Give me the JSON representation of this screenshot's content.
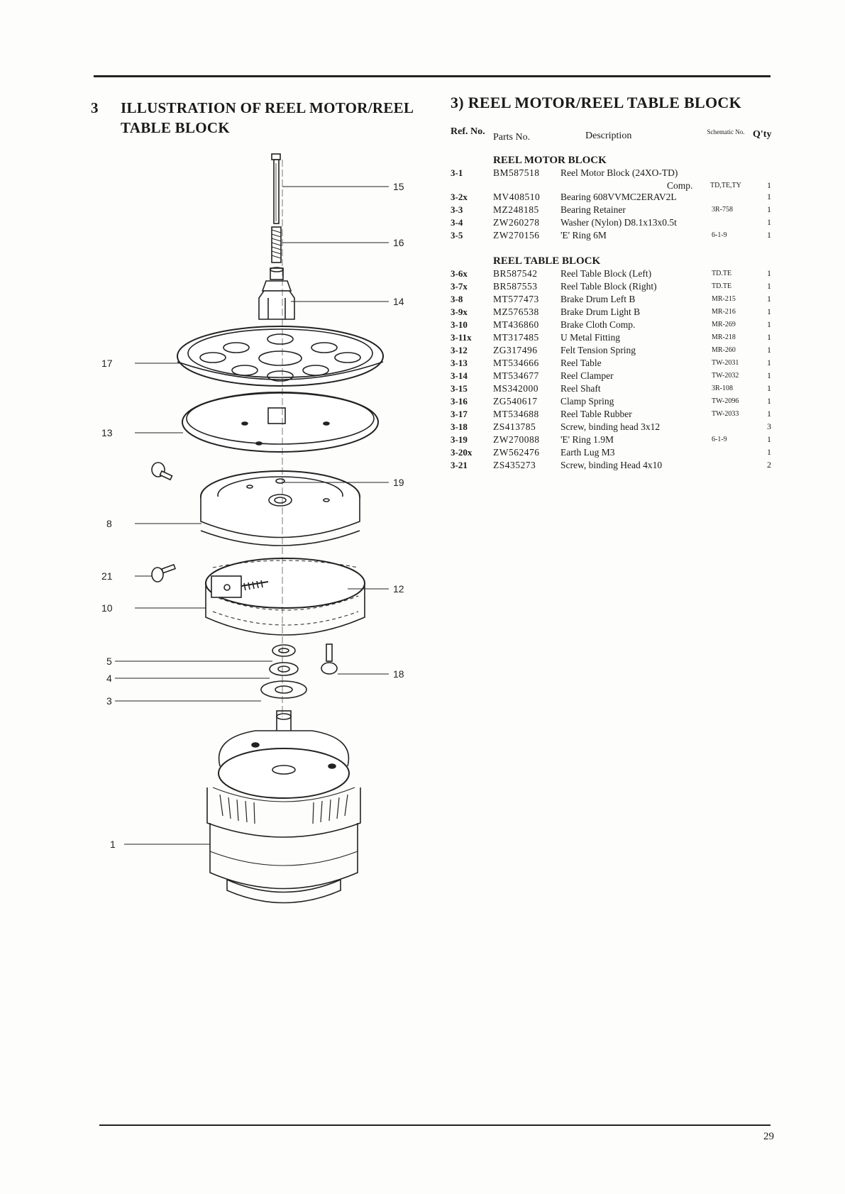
{
  "left_heading": {
    "number": "3",
    "text": "ILLUSTRATION OF REEL MOTOR/REEL TABLE BLOCK"
  },
  "right_heading": "3) REEL MOTOR/REEL TABLE BLOCK",
  "table_header": {
    "ref": "Ref. No.",
    "parts_no": "Parts No.",
    "description": "Description",
    "schematic": "Schematic No.",
    "qty": "Q'ty"
  },
  "sections": [
    {
      "title": "REEL MOTOR BLOCK",
      "rows": [
        {
          "ref": "3-1",
          "part": "BM587518",
          "desc": "Reel Motor Block (24XO-TD)",
          "schem": "",
          "qty": ""
        },
        {
          "ref": "",
          "part": "",
          "desc": "Comp.",
          "schem": "TD,TE,TY",
          "qty": "1",
          "comp": true
        },
        {
          "ref": "3-2x",
          "part": "MV408510",
          "desc": "Bearing 608VVMC2ERAV2L",
          "schem": "",
          "qty": "1"
        },
        {
          "ref": "3-3",
          "part": "MZ248185",
          "desc": "Bearing Retainer",
          "schem": "3R-758",
          "qty": "1"
        },
        {
          "ref": "3-4",
          "part": "ZW260278",
          "desc": "Washer (Nylon) D8.1x13x0.5t",
          "schem": "",
          "qty": "1"
        },
        {
          "ref": "3-5",
          "part": "ZW270156",
          "desc": "'E' Ring 6M",
          "schem": "6-1-9",
          "qty": "1"
        }
      ]
    },
    {
      "title": "REEL TABLE BLOCK",
      "rows": [
        {
          "ref": "3-6x",
          "part": "BR587542",
          "desc": "Reel Table Block (Left)",
          "schem": "TD.TE",
          "qty": "1"
        },
        {
          "ref": "3-7x",
          "part": "BR587553",
          "desc": "Reel Table Block (Right)",
          "schem": "TD.TE",
          "qty": "1"
        },
        {
          "ref": "3-8",
          "part": "MT577473",
          "desc": "Brake Drum Left B",
          "schem": "MR-215",
          "qty": "1"
        },
        {
          "ref": "3-9x",
          "part": "MZ576538",
          "desc": "Brake Drum Light B",
          "schem": "MR-216",
          "qty": "1"
        },
        {
          "ref": "3-10",
          "part": "MT436860",
          "desc": "Brake Cloth Comp.",
          "schem": "MR-269",
          "qty": "1"
        },
        {
          "ref": "3-11x",
          "part": "MT317485",
          "desc": "U Metal Fitting",
          "schem": "MR-218",
          "qty": "1"
        },
        {
          "ref": "3-12",
          "part": "ZG317496",
          "desc": "Felt Tension Spring",
          "schem": "MR-260",
          "qty": "1"
        },
        {
          "ref": "3-13",
          "part": "MT534666",
          "desc": "Reel Table",
          "schem": "TW-2031",
          "qty": "1"
        },
        {
          "ref": "3-14",
          "part": "MT534677",
          "desc": "Reel Clamper",
          "schem": "TW-2032",
          "qty": "1"
        },
        {
          "ref": "3-15",
          "part": "MS342000",
          "desc": "Reel Shaft",
          "schem": "3R-108",
          "qty": "1"
        },
        {
          "ref": "3-16",
          "part": "ZG540617",
          "desc": "Clamp Spring",
          "schem": "TW-2096",
          "qty": "1"
        },
        {
          "ref": "3-17",
          "part": "MT534688",
          "desc": "Reel Table Rubber",
          "schem": "TW-2033",
          "qty": "1"
        },
        {
          "ref": "3-18",
          "part": "ZS413785",
          "desc": "Screw, binding head 3x12",
          "schem": "",
          "qty": "3"
        },
        {
          "ref": "3-19",
          "part": "ZW270088",
          "desc": "'E' Ring 1.9M",
          "schem": "6-1-9",
          "qty": "1"
        },
        {
          "ref": "3-20x",
          "part": "ZW562476",
          "desc": "Earth Lug M3",
          "schem": "",
          "qty": "1"
        },
        {
          "ref": "3-21",
          "part": "ZS435273",
          "desc": "Screw, binding Head 4x10",
          "schem": "",
          "qty": "2"
        }
      ]
    }
  ],
  "callouts": {
    "c15": "15",
    "c16": "16",
    "c14": "14",
    "c17": "17",
    "c13": "13",
    "c19": "19",
    "c8": "8",
    "c21": "21",
    "c12": "12",
    "c10": "10",
    "c5": "5",
    "c18": "18",
    "c4": "4",
    "c3": "3",
    "c1": "1"
  },
  "page_number": "29"
}
